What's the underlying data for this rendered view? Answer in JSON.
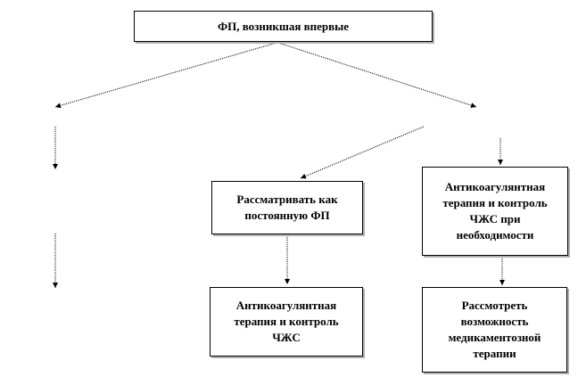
{
  "boxes": {
    "top": "ФП, возникшая впервые",
    "consider": "Рассматривать как\nпостоянную ФП",
    "anticoag_right": "Антикоагулянтная\nтерапия и контроль\nЧЖС при\nнеобходимости",
    "anticoag_bottom": "Антикоагулянтная\nтерапия и контроль\nЧЖС",
    "rassmotret": "Рассмотреть\nвозможность\nмедикаментозной\nтерапии"
  }
}
